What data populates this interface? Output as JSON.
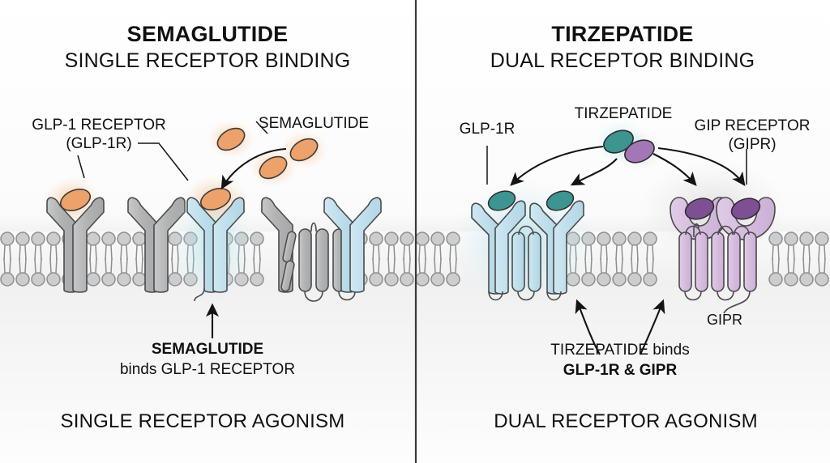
{
  "figure": {
    "type": "scientific-diagram",
    "subject": "Incretin receptor agonist binding comparison",
    "background_color": "#ffffff",
    "divider_color": "#3a3a3a"
  },
  "panels": {
    "left": {
      "title": "SEMAGLUTIDE",
      "subtitle": "SINGLE RECEPTOR BINDING",
      "footer": "SINGLE RECEPTOR AGONISM",
      "labels": {
        "receptor_line1": "GLP-1 RECEPTOR",
        "receptor_line2": "(GLP-1R)",
        "drug": "SEMAGLUTIDE",
        "caption_line1": "SEMAGLUTIDE",
        "caption_line2": "binds GLP-1 RECEPTOR"
      },
      "colors": {
        "ligand": "#eca26a",
        "ligand_glow": "#fbd9b8",
        "receptor_inactive": "#b4b6b7",
        "receptor_active": "#bfdeeb",
        "membrane_head": "#c9cacb"
      },
      "counts": {
        "free_ligands": 3,
        "bound_ligands": 2,
        "receptors": 5
      }
    },
    "right": {
      "title": "TIRZEPATIDE",
      "subtitle": "DUAL RECEPTOR BINDING",
      "footer": "DUAL RECEPTOR AGONISM",
      "labels": {
        "glp1r": "GLP-1R",
        "drug": "TIRZEPATIDE",
        "gipr_line1": "GIP RECEPTOR",
        "gipr_line2": "(GIPR)",
        "gipr_tail": "GIPR",
        "caption_line1": "TIRZEPATIDE binds",
        "caption_line2": "GLP-1R & GIPR"
      },
      "colors": {
        "ligand_teal": "#3d9490",
        "ligand_purple": "#a376b8",
        "receptor_glp1r": "#bfdeeb",
        "receptor_gipr": "#d7bfdf",
        "glow": "#d8f0f4",
        "membrane_head": "#c9cacb"
      },
      "counts": {
        "glp1r_receptors": 2,
        "gipr_receptors": 2,
        "free_ligands": 2,
        "arrows": 4
      }
    }
  },
  "icons": {
    "ligand": "ellipse-ligand-icon",
    "receptor_y": "y-shaped-receptor-icon",
    "receptor_gpcr": "gpcr-helix-bundle-icon",
    "membrane": "phospholipid-bilayer-icon",
    "arrow": "curved-arrow-icon",
    "leader": "leader-line-icon"
  }
}
